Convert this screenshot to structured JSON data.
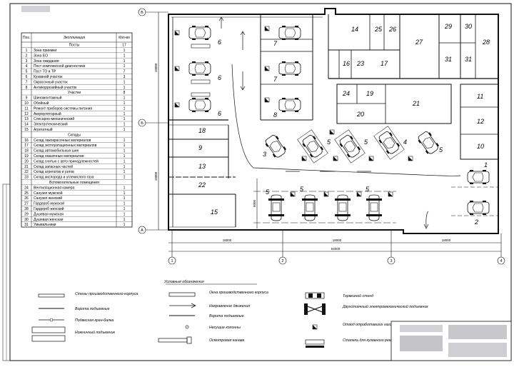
{
  "explication": {
    "title": "Экспликация",
    "col_pos": "Поз.",
    "col_qty": "Кол-во",
    "rows": [
      {
        "pos": "",
        "name": "Посты",
        "qty": "17"
      },
      {
        "pos": "1",
        "name": "Зона приемки",
        "qty": "1"
      },
      {
        "pos": "2",
        "name": "Зона ЕО",
        "qty": "1"
      },
      {
        "pos": "3",
        "name": "Зона ожидания",
        "qty": "1"
      },
      {
        "pos": "4",
        "name": "Пост комплексной диагностики",
        "qty": "1"
      },
      {
        "pos": "5",
        "name": "Пост ТО и ТР",
        "qty": "7"
      },
      {
        "pos": "6",
        "name": "Кузовной участок",
        "qty": "3"
      },
      {
        "pos": "7",
        "name": "Окрасочный участок",
        "qty": "1"
      },
      {
        "pos": "8",
        "name": "Антикоррозийный участок",
        "qty": "1"
      },
      {
        "pos": "",
        "name": "Участки",
        "qty": "8"
      },
      {
        "pos": "9",
        "name": "Шиномонтажный",
        "qty": "1"
      },
      {
        "pos": "10",
        "name": "Обойный",
        "qty": "1"
      },
      {
        "pos": "11",
        "name": "Ремонт приборов системы питания",
        "qty": "1"
      },
      {
        "pos": "12",
        "name": "Аккумуляторный",
        "qty": "1"
      },
      {
        "pos": "13",
        "name": "Слесарно-механический",
        "qty": "1"
      },
      {
        "pos": "14",
        "name": "Электротехнический",
        "qty": "1"
      },
      {
        "pos": "15",
        "name": "Агрегатный",
        "qty": "1"
      },
      {
        "pos": "",
        "name": "Склады",
        "qty": ""
      },
      {
        "pos": "16",
        "name": "Склад лакокрасочных материалов",
        "qty": "1"
      },
      {
        "pos": "17",
        "name": "Склад эксплуатационных материалов",
        "qty": "1"
      },
      {
        "pos": "18",
        "name": "Склад автомобильных шин",
        "qty": "1"
      },
      {
        "pos": "19",
        "name": "Склад смазочных материалов",
        "qty": "1"
      },
      {
        "pos": "20",
        "name": "Склад снятых с авто принадлежностей",
        "qty": "1"
      },
      {
        "pos": "21",
        "name": "Склад запасных частей",
        "qty": "1"
      },
      {
        "pos": "22",
        "name": "Склад агрегатов и узлов",
        "qty": "1"
      },
      {
        "pos": "23",
        "name": "Склад кислорода и углекислого газа",
        "qty": "1"
      },
      {
        "pos": "",
        "name": "Вспомогательные помещения",
        "qty": ""
      },
      {
        "pos": "24",
        "name": "Вентиляционная камера",
        "qty": "1"
      },
      {
        "pos": "25",
        "name": "Санузел мужской",
        "qty": "1"
      },
      {
        "pos": "26",
        "name": "Санузел женский",
        "qty": "1"
      },
      {
        "pos": "27",
        "name": "Гардероб мужской",
        "qty": "1"
      },
      {
        "pos": "28",
        "name": "Гардероб женский",
        "qty": "1"
      },
      {
        "pos": "29",
        "name": "Душевая мужская",
        "qty": "1"
      },
      {
        "pos": "30",
        "name": "Душевая женская",
        "qty": "1"
      },
      {
        "pos": "31",
        "name": "Умывальники",
        "qty": "1"
      }
    ]
  },
  "plan": {
    "axes": {
      "A": "А",
      "B": "Б",
      "V": "В",
      "n1": "1",
      "n2": "2",
      "n3": "3",
      "n4": "4"
    },
    "dims": {
      "d1": "18000",
      "d2": "18000",
      "d3": "18000",
      "total": "54000",
      "v1": "18000",
      "v2": "18000",
      "small": "6000"
    },
    "rooms": {
      "r2": "2",
      "r6a": "6",
      "r6b": "6",
      "r6c": "6",
      "r7a": "7",
      "r7b": "7",
      "r8": "8",
      "r9": "9",
      "r10": "10",
      "r11": "11",
      "r12": "12",
      "r13": "13",
      "r14": "14",
      "r15": "15",
      "r16": "16",
      "r17": "17",
      "r18": "18",
      "r19": "19",
      "r20": "20",
      "r21": "21",
      "r22": "22",
      "r23": "23",
      "r24": "24",
      "r25": "25",
      "r26": "26",
      "r27": "27",
      "r28": "28",
      "r29": "29",
      "r30": "30",
      "r31a": "31",
      "r31b": "31"
    },
    "posts": {
      "p3": "3",
      "p4": "4",
      "p5a": "5",
      "p5b": "5",
      "p5c": "5",
      "p5d": "5",
      "p5e": "5",
      "p5f": "5",
      "p1": "1"
    }
  },
  "legend": {
    "title": "Условные обозначения",
    "items": {
      "walls": "Стены производственного корпуса",
      "gate_lift": "Ворота подъемные",
      "crane": "Подвесная кран-балка",
      "scissor": "Ножничный подъемник",
      "windows": "Окна производственного корпуса",
      "direction": "Направление движения",
      "gate_lift2": "Ворота подъемные",
      "columns": "Несущие колонны",
      "pit": "Осмотровая канава",
      "brake": "Тормозной стенд",
      "twopost": "Двухстоечный электромеханический подъемник",
      "exhaust": "Отвод отработавших газов",
      "stand": "Стапель для кузовного ремонта"
    }
  },
  "colors": {
    "line": "#1a1a1a",
    "bg": "#ffffff",
    "stamp": "#c8c8cc"
  }
}
